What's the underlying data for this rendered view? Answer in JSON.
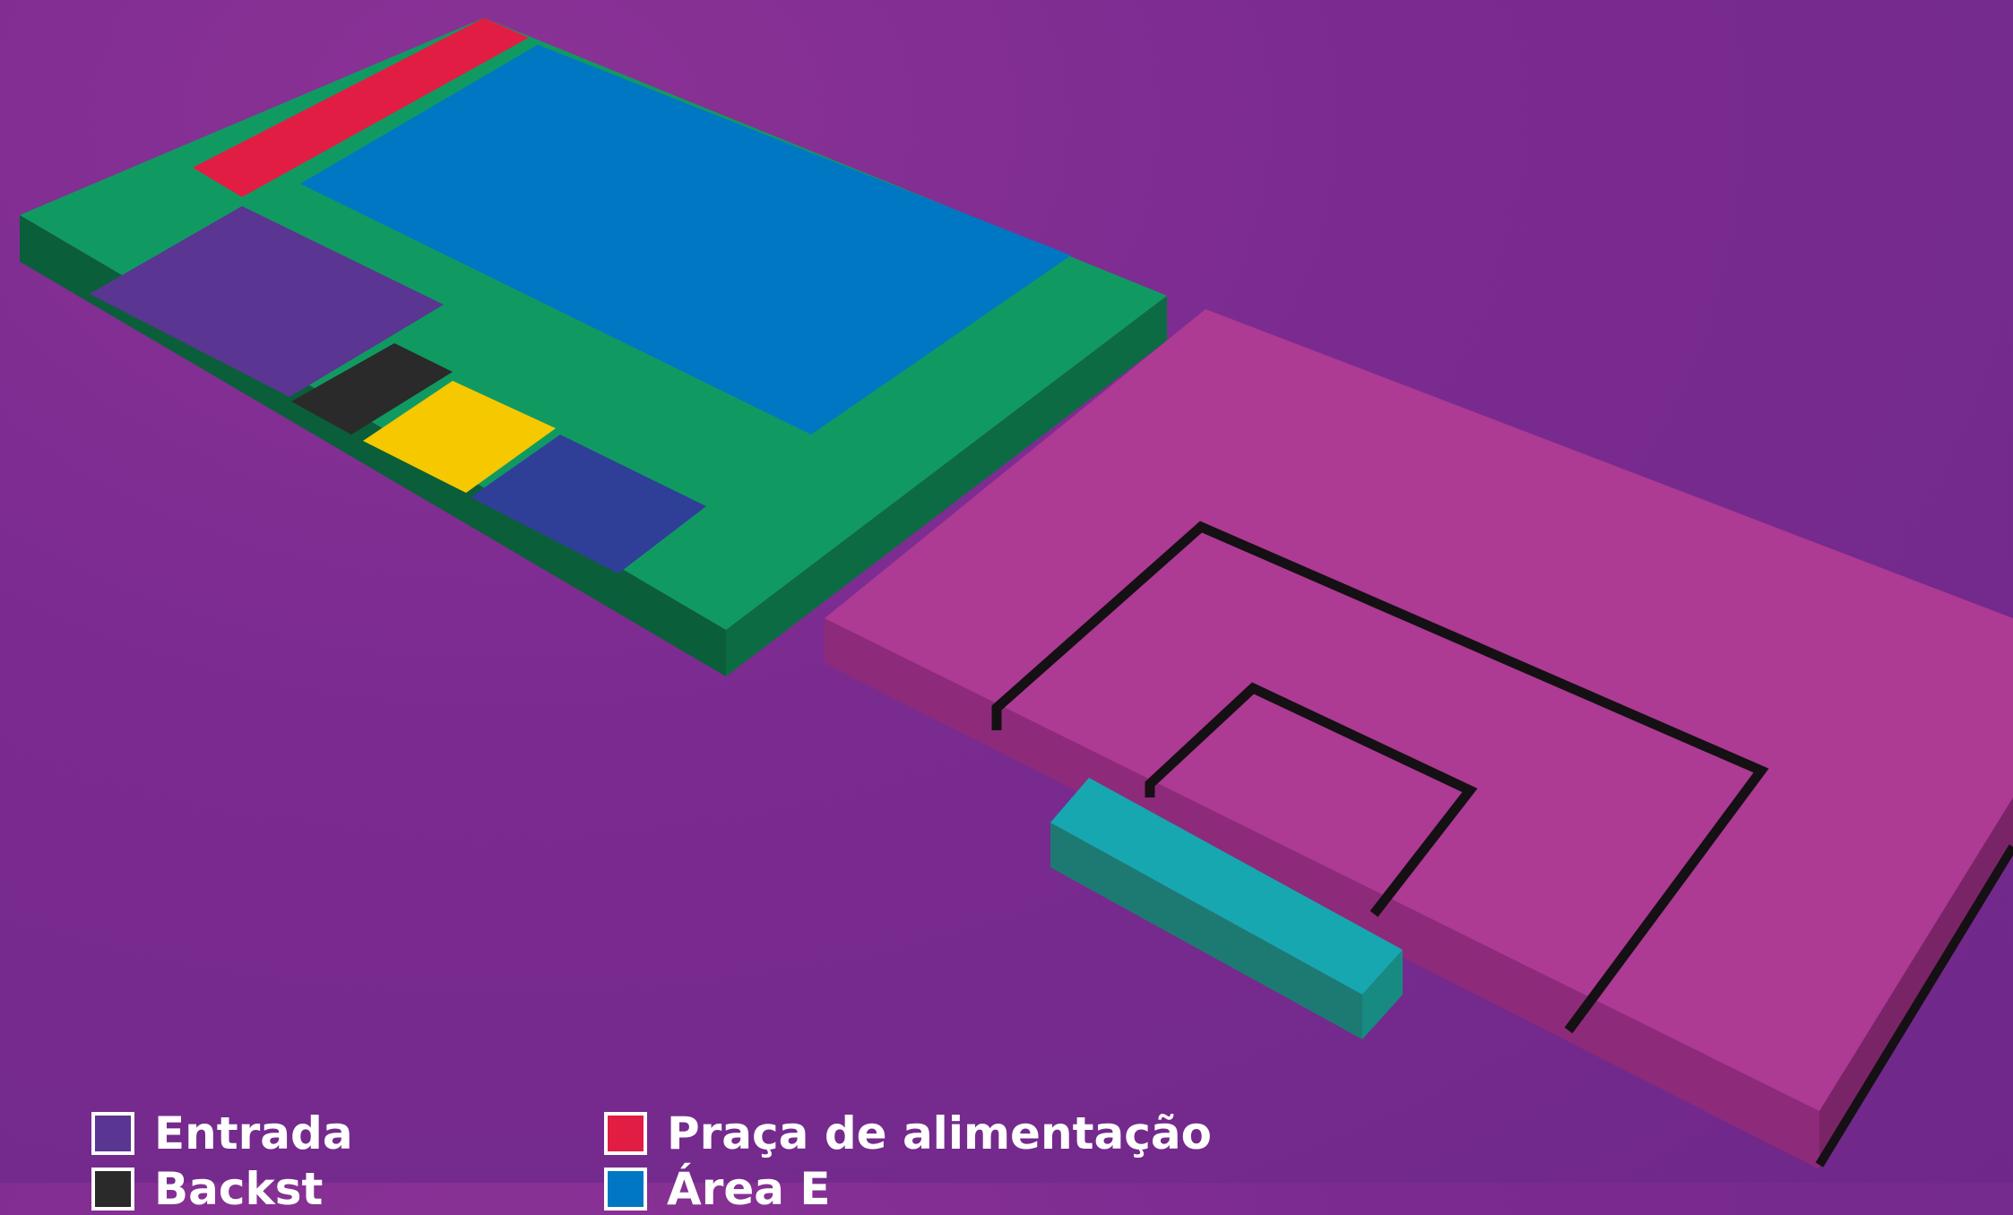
{
  "colors": {
    "background": "#7b2b90",
    "entrada": "#5a3592",
    "black_zone": "#2a2a2a",
    "yellow_zone": "#f5c800",
    "dark_blue_zone": "#2f3f98",
    "praca_de_alimentacao": "#e21d43",
    "blue_zone": "#0077c3",
    "green_floor": "#109a62",
    "pitch": "#ad3a93",
    "cyan_block": "#17a7b0"
  },
  "legend": [
    {
      "label": "Entrada",
      "color": "#5a3592"
    },
    {
      "label": "Backst",
      "color": "#2a2a2a"
    },
    {
      "label": "Praça de alimentação",
      "color": "#e21d43"
    },
    {
      "label": "Área E",
      "color": "#0077c3"
    }
  ]
}
